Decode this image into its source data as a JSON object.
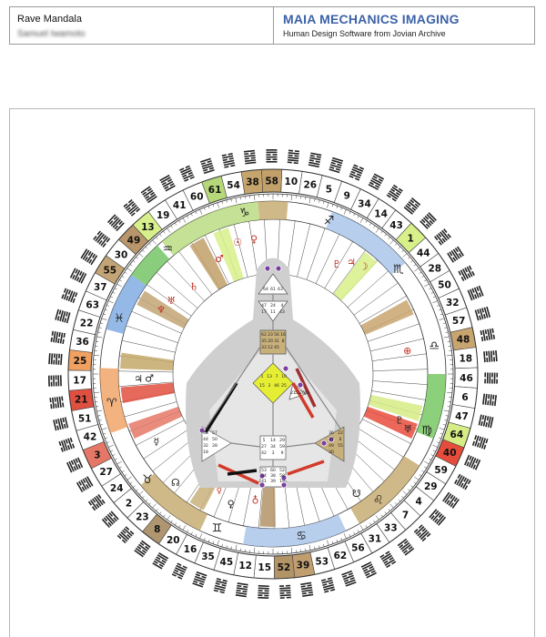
{
  "header": {
    "chart_type": "Rave Mandala",
    "person_name": "Samuel Iwamoto",
    "brand": "MAIA MECHANICS IMAGING",
    "tagline": "Human Design Software from Jovian Archive"
  },
  "gate_wheel": [
    10,
    26,
    5,
    9,
    34,
    14,
    43,
    1,
    44,
    28,
    50,
    32,
    57,
    48,
    18,
    46,
    6,
    47,
    64,
    40,
    59,
    29,
    4,
    7,
    33,
    31,
    56,
    62,
    53,
    39,
    52,
    15,
    12,
    45,
    35,
    16,
    20,
    8,
    23,
    2,
    24,
    27,
    3,
    42,
    51,
    21,
    17,
    25,
    36,
    22,
    63,
    37,
    55,
    30,
    49,
    13,
    19,
    41,
    60,
    61,
    54,
    38,
    58
  ],
  "highlighted_gates": {
    "58": "#c2a06a",
    "38": "#c6a56c",
    "61": "#b5d97a",
    "13": "#d8f08c",
    "49": "#b8956a",
    "55": "#c3a474",
    "25": "#f0a060",
    "21": "#e05040",
    "3": "#e57766",
    "8": "#b09670",
    "52": "#b39467",
    "39": "#c09e70",
    "40": "#e64c3c",
    "64": "#d6ec84",
    "48": "#c8a56f",
    "1": "#d7f08a"
  },
  "zodiac_glyphs": [
    "♑",
    "♐",
    "♏",
    "♎",
    "♍",
    "♌",
    "♋",
    "♊",
    "♉",
    "♈",
    "♓",
    "♒"
  ],
  "planet_glyphs": {
    "upper": [
      "☉",
      "♀",
      "♂",
      "♄",
      "♅",
      "♆",
      "♇",
      "♃",
      "☽",
      "☿",
      "⊕",
      "♁"
    ],
    "lower": [
      "♃",
      "☊",
      "☋",
      "♀",
      "♂",
      "☿",
      "♇",
      "♅"
    ]
  },
  "bodygraph_gates": {
    "head": [
      "64",
      "61",
      "63"
    ],
    "ajna": [
      "47",
      "24",
      "4",
      "17",
      "11",
      "43"
    ],
    "throat": [
      "62",
      "23",
      "56",
      "16",
      "35",
      "20",
      "31",
      "8",
      "33",
      "12",
      "45"
    ],
    "g": [
      "1",
      "13",
      "7",
      "10",
      "15",
      "2",
      "46",
      "25"
    ],
    "sacral": [
      "5",
      "14",
      "29",
      "27",
      "34",
      "59",
      "42",
      "3",
      "9"
    ],
    "root": [
      "53",
      "60",
      "52",
      "54",
      "38",
      "58",
      "41",
      "39",
      "19"
    ],
    "spleen": [
      "48",
      "57",
      "44",
      "50",
      "32",
      "28",
      "18"
    ],
    "solar_plexus": [
      "36",
      "22",
      "37",
      "6",
      "49",
      "55",
      "30"
    ],
    "heart": [
      "21",
      "51",
      "26",
      "40"
    ]
  },
  "colors": {
    "hexagram": "#222222",
    "ring_stroke": "#333333",
    "personality_red": "#d23b2b",
    "design_black": "#111111"
  }
}
